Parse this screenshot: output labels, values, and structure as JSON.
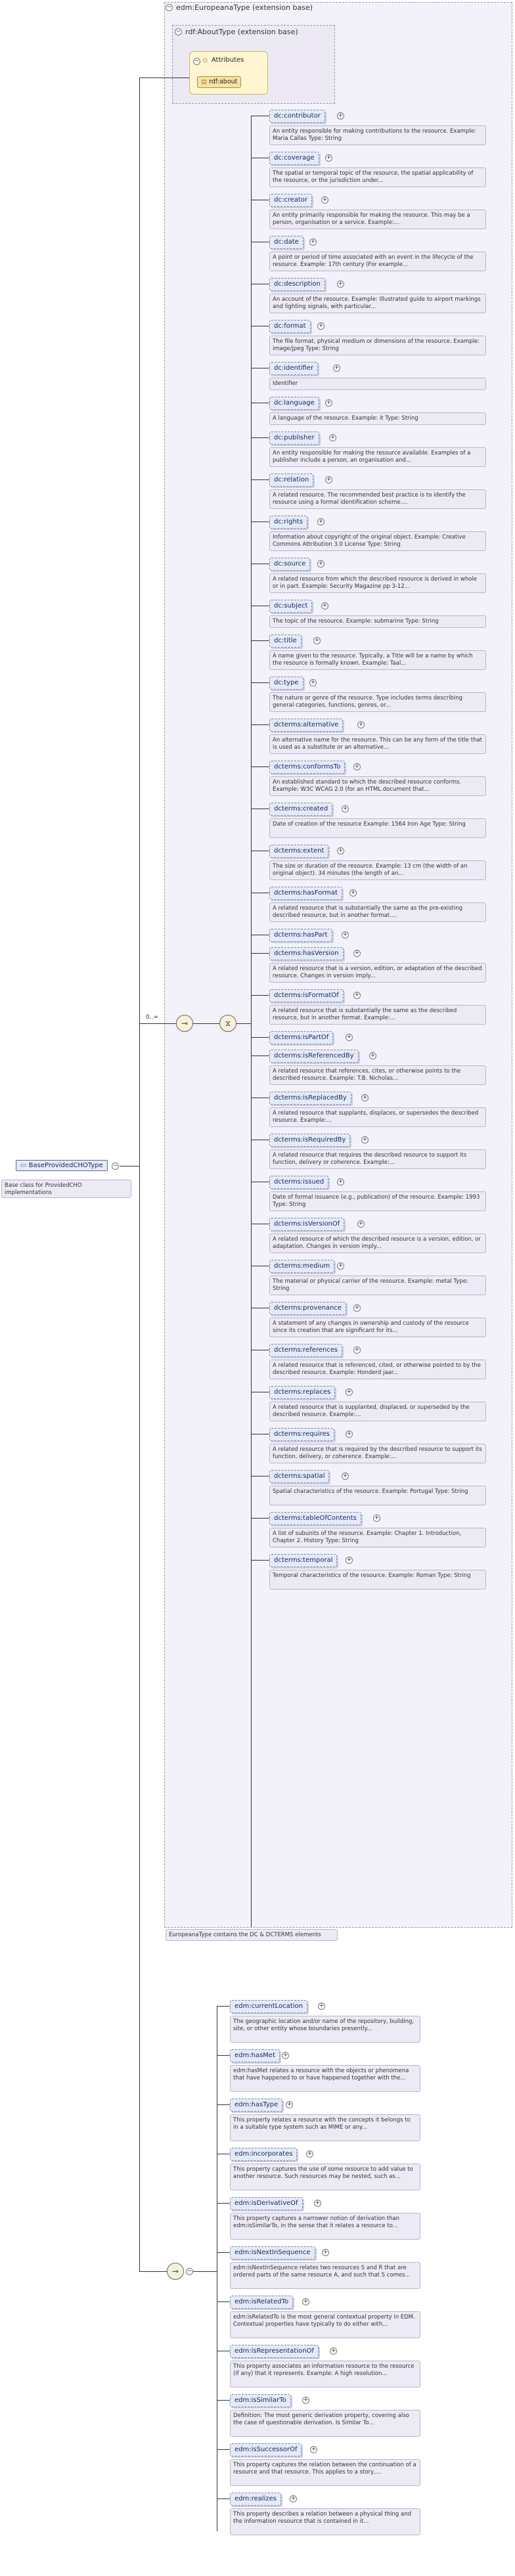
{
  "ext_outer": "edm:EuropeanaType (extension base)",
  "ext_inner": "rdf:AboutType (extension base)",
  "attributes_label": "Attributes",
  "rdf_about": "rdf:about",
  "root": {
    "label": "BaseProvidedCHOType",
    "desc": "Base class for ProvidedCHO implementations"
  },
  "card_zero_inf": "0..∞",
  "dc_caption": "EuropeanaType contains the DC & DCTERMS elements",
  "group1": [
    {
      "name": "dc:contributor",
      "desc": "An entity responsible for making contributions to the resource. Example: Maria Callas Type: String"
    },
    {
      "name": "dc:coverage",
      "desc": "The spatial or temporal topic of the resource, the spatial applicability of the resource, or the jurisdiction under..."
    },
    {
      "name": "dc:creator",
      "desc": "An entity primarily responsible for making the resource. This may be a person, organisation or a service. Example:..."
    },
    {
      "name": "dc:date",
      "desc": "A point or period of time associated with an event in the lifecycle of the resource. Example: 17th century (For example..."
    },
    {
      "name": "dc:description",
      "desc": "An account of the resource. Example: Illustrated guide to airport markings and lighting signals, with particular..."
    },
    {
      "name": "dc:format",
      "desc": "The file format, physical medium or dimensions of the resource. Example: image/jpeg Type: String"
    },
    {
      "name": "dc:identifier",
      "desc": "Identifier"
    },
    {
      "name": "dc:language",
      "desc": "A language of the resource. Example: it Type: String"
    },
    {
      "name": "dc:publisher",
      "desc": "An entity responsible for making the resource available. Examples of a publisher include a person, an organisation and..."
    },
    {
      "name": "dc:relation",
      "desc": "A related resource. The recommended best practice is to identify the resource using a formal identification scheme...."
    },
    {
      "name": "dc:rights",
      "desc": "Information about copyright of the original object. Example: Creative Commons Attribution 3.0 License Type: String"
    },
    {
      "name": "dc:source",
      "desc": "A related resource from which the described resource is derived in whole or in part. Example: Security Magazine pp 3-12..."
    },
    {
      "name": "dc:subject",
      "desc": "The topic of the resource. Example: submarine Type: String"
    },
    {
      "name": "dc:title",
      "desc": "A name given to the resource. Typically, a Title will be a name by which the resource is formally known. Example: Taal..."
    },
    {
      "name": "dc:type",
      "desc": "The nature or genre of the resource. Type includes terms describing general categories, functions, genres, or..."
    },
    {
      "name": "dcterms:alternative",
      "desc": "An alternative name for the resource. This can be any form of the title that is used as a substitute or an alternative..."
    },
    {
      "name": "dcterms:conformsTo",
      "desc": "An established standard to which the described resource conforms. Example: W3C WCAG 2.0 (for an HTML document that..."
    },
    {
      "name": "dcterms:created",
      "desc": "Date of creation of the resource Example: 1564 Iron Age Type: String"
    },
    {
      "name": "dcterms:extent",
      "desc": "The size or duration of the resource. Example: 13 cm (the width of an original object). 34 minutes (the length of an..."
    },
    {
      "name": "dcterms:hasFormat",
      "desc": "A related resource that is substantially the same as the pre-existing described resource, but in another format...."
    },
    {
      "name": "dcterms:hasPart",
      "desc": ""
    },
    {
      "name": "dcterms:hasVersion",
      "desc": "A related resource that is a version, edition, or adaptation of the described resource. Changes in version imply..."
    },
    {
      "name": "dcterms:isFormatOf",
      "desc": "A related resource that is substantially the same as the described resource, but in another format. Example:..."
    },
    {
      "name": "dcterms:isPartOf",
      "desc": ""
    },
    {
      "name": "dcterms:isReferencedBy",
      "desc": "A related resource that references, cites, or otherwise points to the described resource. Example: T.B. Nicholas..."
    },
    {
      "name": "dcterms:isReplacedBy",
      "desc": "A related resource that supplants, displaces, or supersedes the described resource. Example:..."
    },
    {
      "name": "dcterms:isRequiredBy",
      "desc": "A related resource that requires the described resource to support its function, delivery or coherence. Example:..."
    },
    {
      "name": "dcterms:issued",
      "desc": "Date of formal issuance (e.g., publication) of the resource. Example: 1993 Type: String"
    },
    {
      "name": "dcterms:isVersionOf",
      "desc": "A related resource of which the described resource is a version, edition, or adaptation. Changes in version imply..."
    },
    {
      "name": "dcterms:medium",
      "desc": "The material or physical carrier of the resource. Example: metal Type: String"
    },
    {
      "name": "dcterms:provenance",
      "desc": "A statement of any changes in ownership and custody of the resource since its creation that are significant for its..."
    },
    {
      "name": "dcterms:references",
      "desc": "A related resource that is referenced, cited, or otherwise pointed to by the described resource. Example: Honderd jaar..."
    },
    {
      "name": "dcterms:replaces",
      "desc": "A related resource that is supplanted, displaced, or superseded by the described resource. Example:..."
    },
    {
      "name": "dcterms:requires",
      "desc": "A related resource that is required by the described resource to support its function, delivery, or coherence. Example:..."
    },
    {
      "name": "dcterms:spatial",
      "desc": "Spatial characteristics of the resource. Example: Portugal Type: String"
    },
    {
      "name": "dcterms:tableOfContents",
      "desc": "A list of subunits of the resource. Example: Chapter 1. Introduction, Chapter 2. History Type: String"
    },
    {
      "name": "dcterms:temporal",
      "desc": "Temporal characteristics of the resource. Example: Roman Type: String"
    }
  ],
  "group2": [
    {
      "name": "edm:currentLocation",
      "desc": "The geographic location and/or name of the repository, building, site, or other entity whose boundaries presently..."
    },
    {
      "name": "edm:hasMet",
      "desc": "edm:hasMet relates a resource with the objects or phenomena that have happened to or have happened together with the..."
    },
    {
      "name": "edm:hasType",
      "desc": "This property relates a resource with the concepts it belongs to in a suitable type system such as MIME or any..."
    },
    {
      "name": "edm:incorporates",
      "desc": "This property captures the use of some resource to add value to another resource. Such resources may be nested, such as..."
    },
    {
      "name": "edm:isDerivativeOf",
      "desc": "This property captures a narrower notion of derivation than edm:isSimilarTo, in the sense that it relates a resource to..."
    },
    {
      "name": "edm:isNextInSequence",
      "desc": "edm:isNextInSequence relates two resources S and R that are ordered parts of the same resource A, and such that S comes..."
    },
    {
      "name": "edm:isRelatedTo",
      "desc": "edm:isRelatedTo is the most general contextual property in EDM. Contextual properties have typically to do either with..."
    },
    {
      "name": "edm:isRepresentationOf",
      "desc": "This property associates an information resource to the resource (if any) that it represents. Example: A high resolution..."
    },
    {
      "name": "edm:isSimilarTo",
      "desc": "Definition: The most generic derivation property, covering also the case of questionable derivation. Is Similar To..."
    },
    {
      "name": "edm:isSuccessorOf",
      "desc": "This property captures the relation between the continuation of a resource and that resource. This applies to a story,..."
    },
    {
      "name": "edm:realizes",
      "desc": "This property describes a relation between a physical thing and the information resource that is contained in it..."
    }
  ]
}
